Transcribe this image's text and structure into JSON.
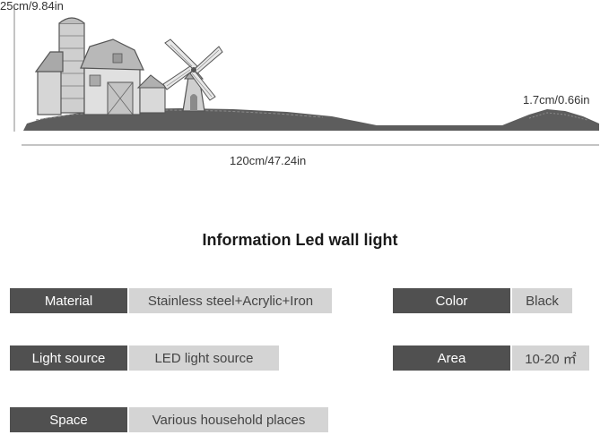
{
  "dimensions": {
    "height": "25cm/9.84in",
    "width": "120cm/47.24in",
    "depth": "1.7cm/0.66in"
  },
  "title": "Information Led wall light",
  "specs": {
    "material": {
      "label": "Material",
      "value": "Stainless steel+Acrylic+Iron"
    },
    "color": {
      "label": "Color",
      "value": "Black"
    },
    "light_source": {
      "label": "Light source",
      "value": "LED light source"
    },
    "area": {
      "label": "Area",
      "value": "10-20 ㎡"
    },
    "space": {
      "label": "Space",
      "value": "Various household places"
    }
  },
  "colors": {
    "label_bg": "#505050",
    "value_bg": "#d4d4d4",
    "metal": "#5a5a5a"
  }
}
